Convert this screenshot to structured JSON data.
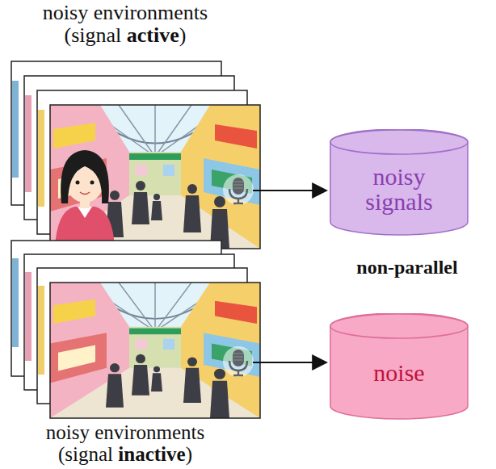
{
  "diagram": {
    "nodes": [
      {
        "text": [
          "noisy signals"
        ]
      },
      {
        "text": [
          "noise"
        ]
      }
    ],
    "labels": [
      "noisy environments",
      "(signal",
      "active",
      ")",
      "non-parallel",
      "noisy environments",
      "(signal",
      "inactive",
      ")"
    ]
  }
}
